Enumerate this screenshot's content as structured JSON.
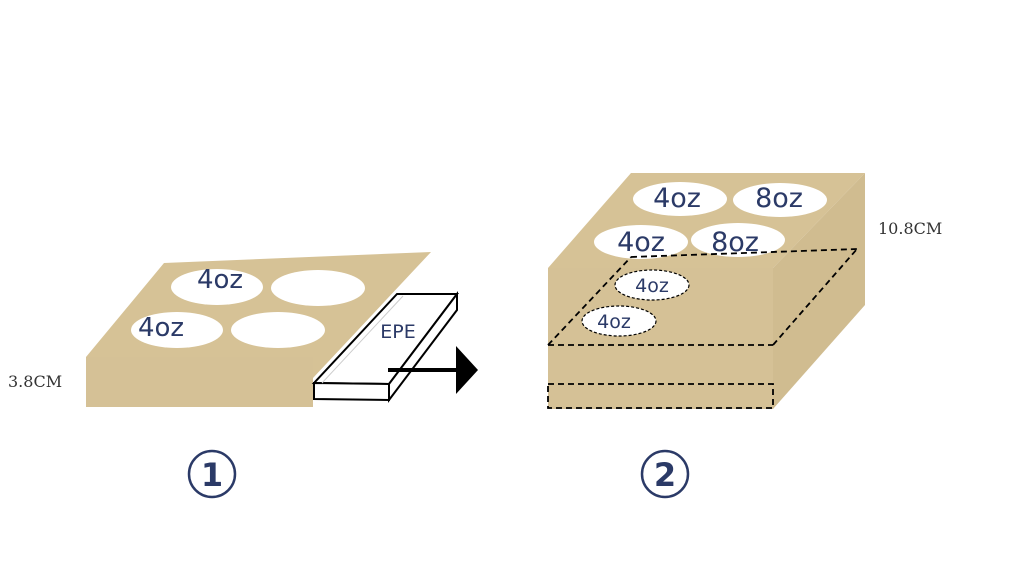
{
  "colors": {
    "box_top": "#d6c296",
    "box_front": "#d5c196",
    "box_side": "#d0bc90",
    "hole": "#ffffff",
    "label": "#2b3a67",
    "outline": "#000000"
  },
  "box1": {
    "hole_labels": [
      "4oz",
      "4oz"
    ],
    "insert_label": "EPE",
    "height_label": "3.8CM",
    "step_number": "1"
  },
  "box2": {
    "hole_labels": [
      "4oz",
      "8oz",
      "4oz",
      "8oz"
    ],
    "inner_hole_labels": [
      "4oz",
      "4oz"
    ],
    "height_label": "10.8CM",
    "step_number": "2"
  }
}
